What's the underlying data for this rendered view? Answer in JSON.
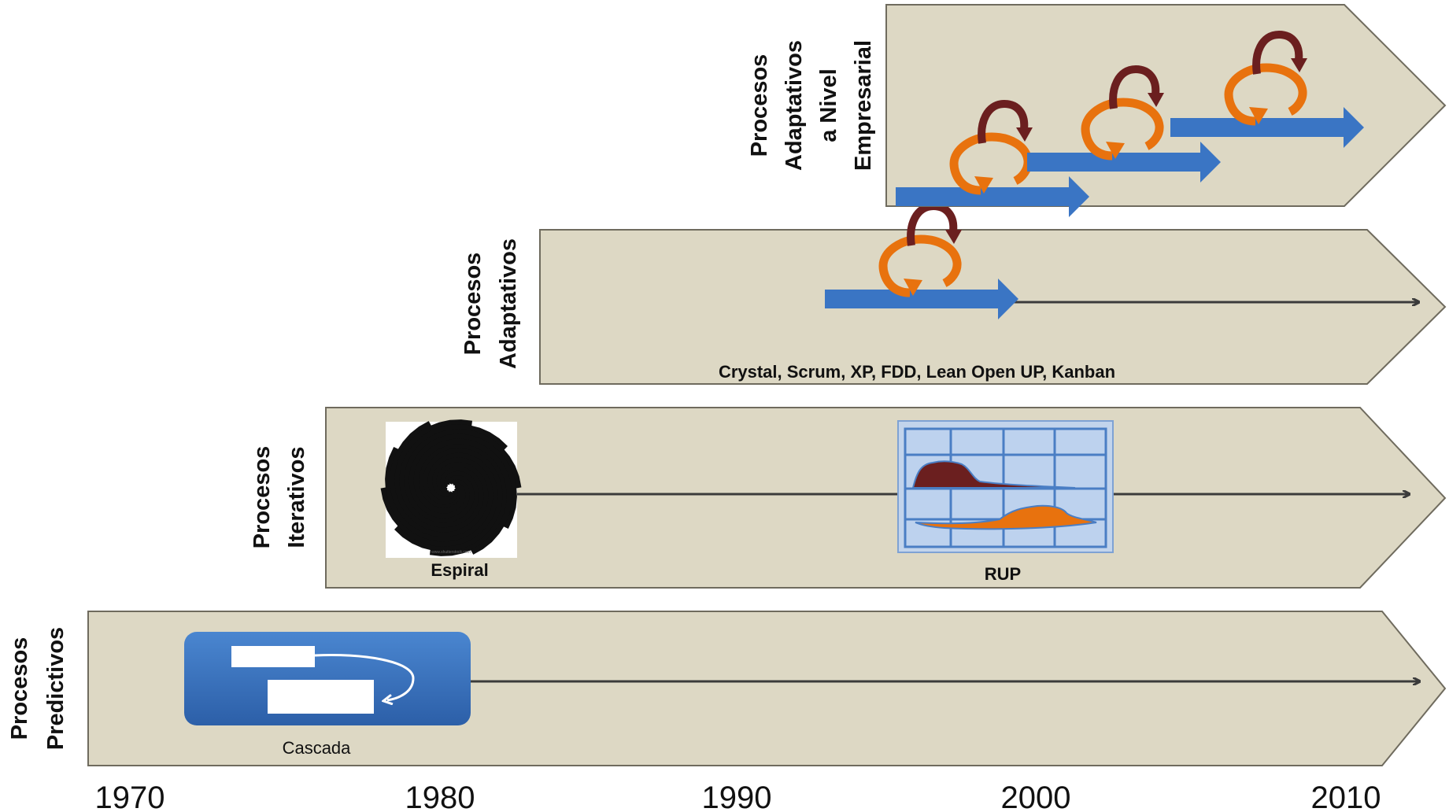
{
  "bands": {
    "predictivos": {
      "label_line1": "Procesos",
      "label_line2": "Predictivos",
      "method": "Cascada"
    },
    "iterativos": {
      "label_line1": "Procesos",
      "label_line2": "Iterativos",
      "method_spiral": "Espiral",
      "method_rup": "RUP"
    },
    "adaptativos": {
      "label_line1": "Procesos",
      "label_line2": "Adaptativos",
      "methods": "Crystal, Scrum, XP, FDD, Lean Open UP, Kanban"
    },
    "empresarial": {
      "label_line1": "Procesos",
      "label_line2": "Adaptativos",
      "label_line3": "a Nivel",
      "label_line4": "Empresarial"
    }
  },
  "axis": {
    "years": [
      "1970",
      "1980",
      "1990",
      "2000",
      "2010"
    ]
  },
  "colors": {
    "band_fill": "#ddd8c4",
    "band_stroke": "#6f6b5e",
    "blue_arrow": "#3a75c4",
    "orange_loop": "#e8720e",
    "maroon_loop": "#6b1f1f",
    "timeline": "#3b3b3b"
  },
  "icons": {
    "spiral": "spiral-image",
    "rup": "rup-hump-chart",
    "cascade": "waterfall-diagram",
    "iteration": "circular-loop-arrow"
  }
}
